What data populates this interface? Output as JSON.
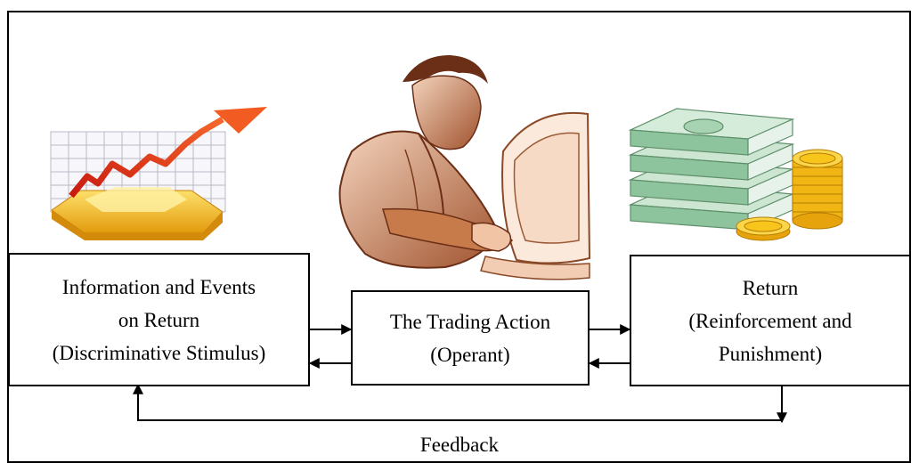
{
  "boxes": {
    "stimulus": {
      "lines": [
        "Information and Events",
        "on Return",
        "(Discriminative Stimulus)"
      ]
    },
    "operant": {
      "lines": [
        "The Trading Action",
        "(Operant)"
      ]
    },
    "return": {
      "lines": [
        "Return",
        "(Reinforcement and",
        "Punishment)"
      ]
    }
  },
  "feedback_label": "Feedback",
  "illustrations": {
    "left": "rising-chart-icon",
    "center": "trader-at-computer-illustration",
    "right": "money-stack-and-coins-icon"
  },
  "colors": {
    "stroke": "#000000",
    "chart_arrow": "#e8321e",
    "chart_gold": "#f2b51a",
    "trader_skin": "#b8683d",
    "money_green": "#9ed1ab",
    "coin_gold": "#f7c51b"
  }
}
